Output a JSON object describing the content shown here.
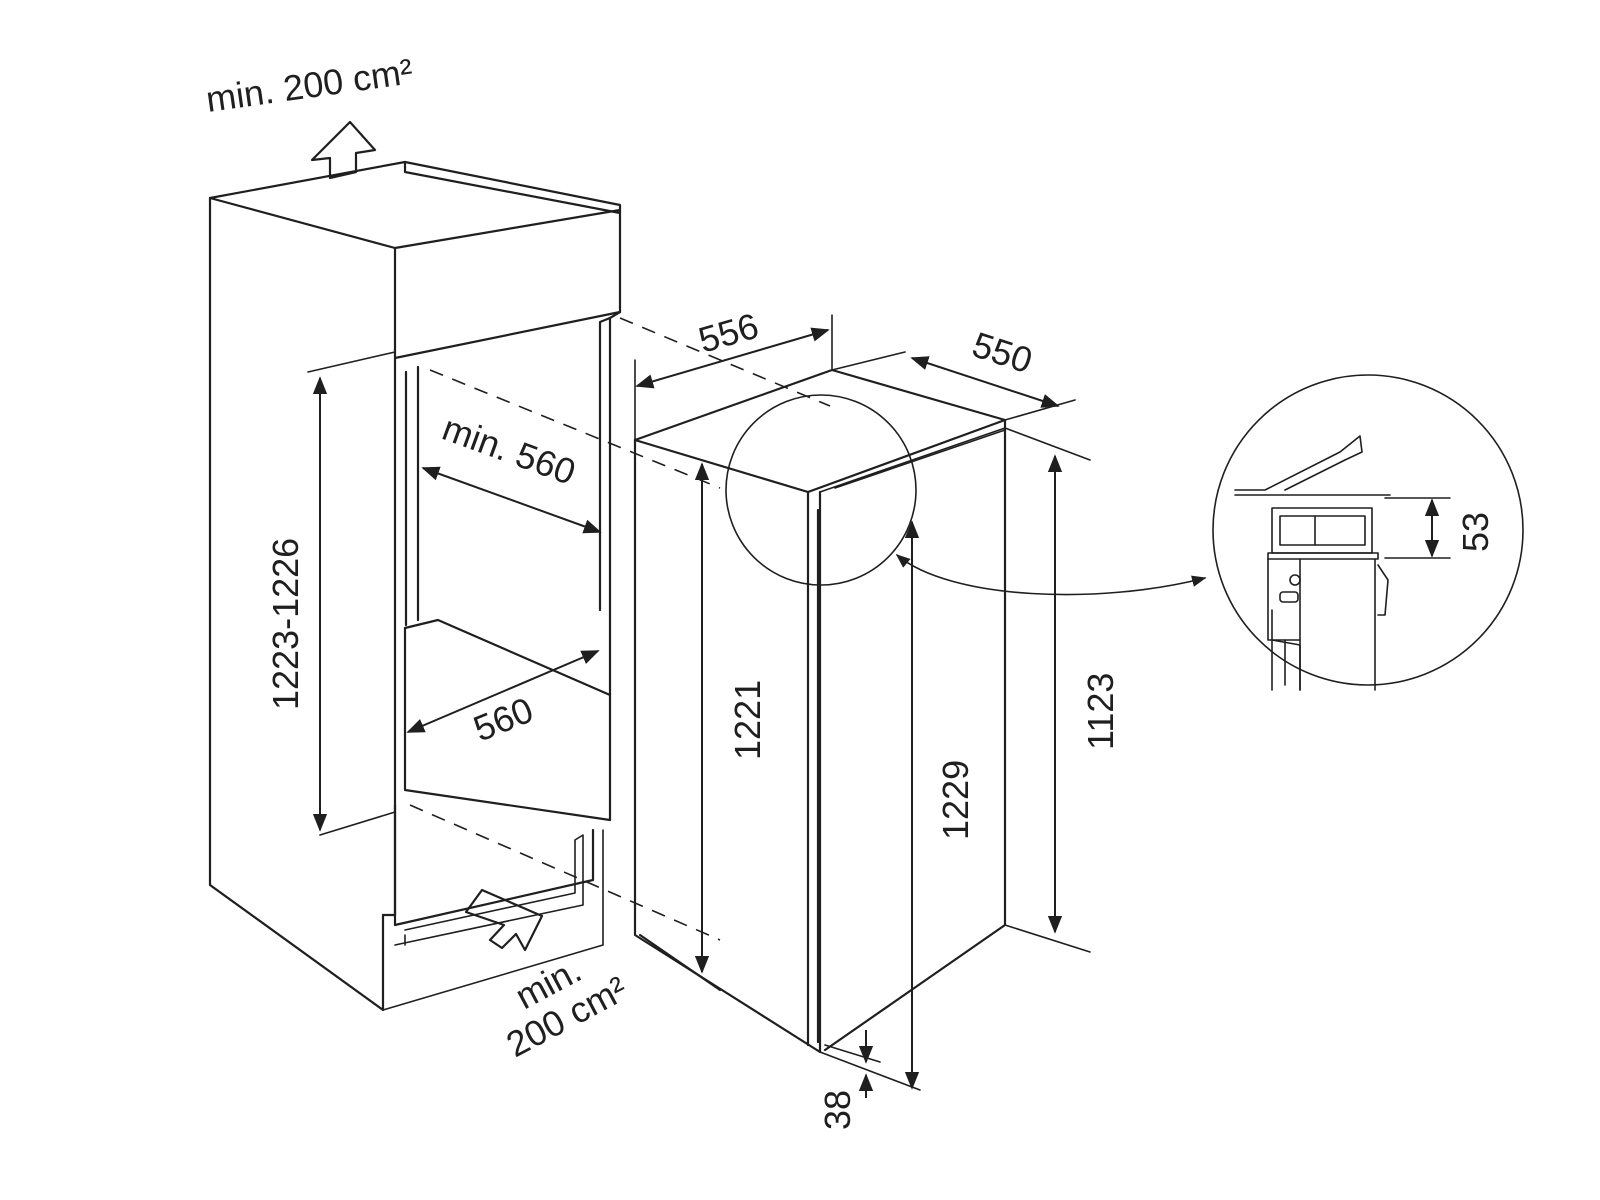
{
  "labels": {
    "vent_top": "min. 200 cm²",
    "vent_bottom_1": "min.",
    "vent_bottom_2": "200 cm²",
    "niche_height": "1223-1226",
    "niche_depth": "min. 560",
    "niche_width": "560",
    "appliance_depth": "556",
    "appliance_width": "550",
    "appliance_height": "1221",
    "door_height": "1229",
    "hinge_height": "1123",
    "plinth_offset": "38",
    "detail_height": "53"
  },
  "colors": {
    "ink": "#1f1f1f",
    "background": "#ffffff"
  }
}
